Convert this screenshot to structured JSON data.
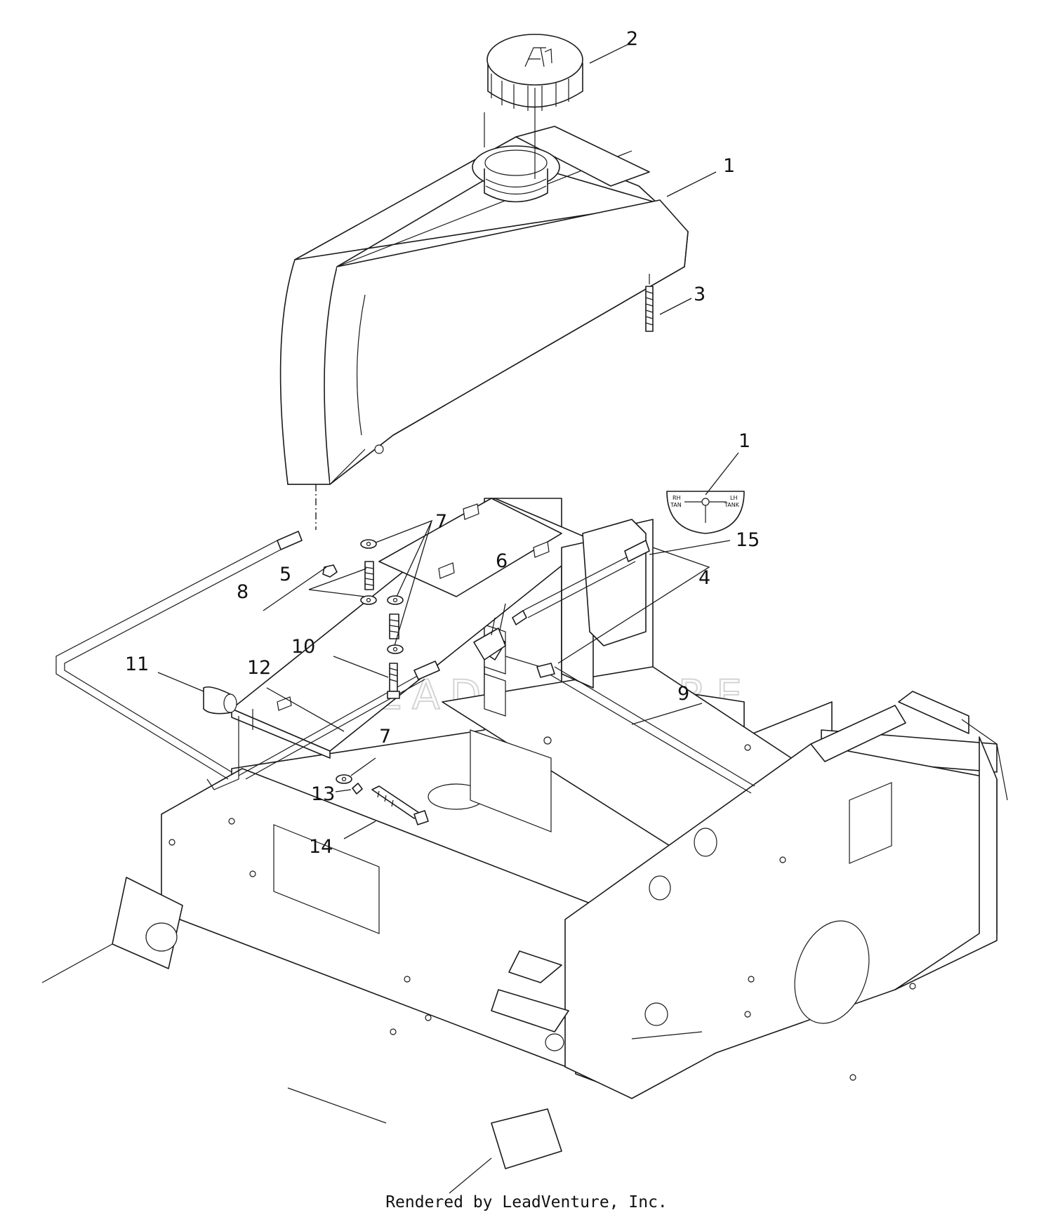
{
  "diagram": {
    "callouts": [
      "1",
      "2",
      "3",
      "1",
      "15",
      "4",
      "7",
      "5",
      "6",
      "8",
      "10",
      "11",
      "12",
      "9",
      "7",
      "13",
      "14"
    ],
    "valve_labels": {
      "left_top": "RH",
      "left_bottom": "TAN",
      "right_top": "LH",
      "right_bottom": "TANK"
    },
    "watermark": "LEADVENTURE"
  },
  "footer": {
    "text": "Rendered by LeadVenture, Inc."
  }
}
